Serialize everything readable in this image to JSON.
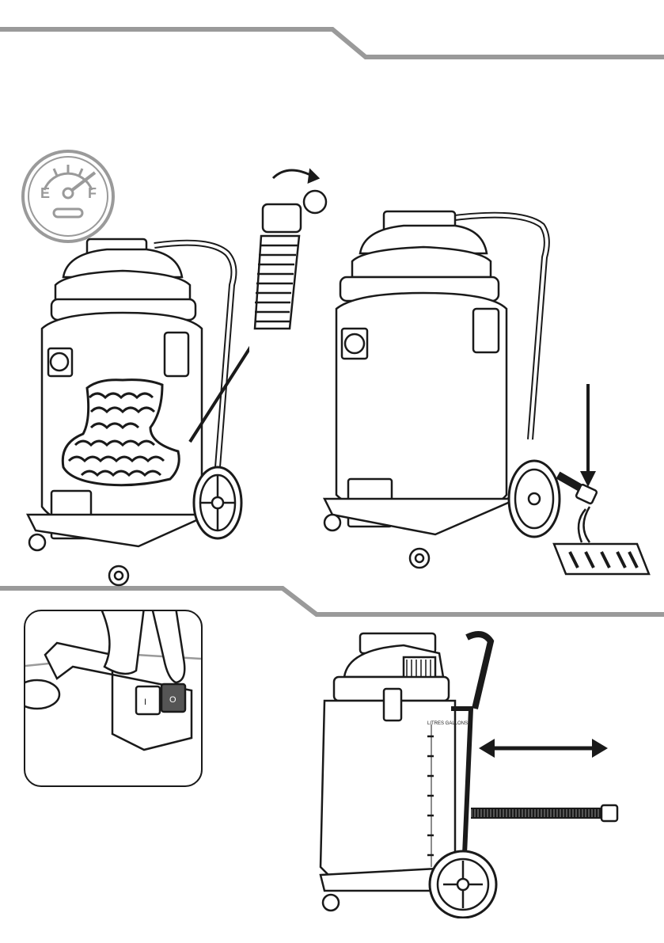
{
  "page": {
    "description_none": ""
  },
  "gauge": {
    "empty_label": "E",
    "full_label": "F",
    "icon": "fuel-gauge-icon"
  },
  "switch_panel": {
    "icon": "power-switch-icon",
    "left_mark": "I",
    "right_mark": "O"
  },
  "side_view": {
    "scale_label": "LITRES GALLONS"
  },
  "colors": {
    "ink": "#1a1a1a",
    "banner": "#9a9a9a",
    "panel_border": "#1a1a1a",
    "panel_bg": "#f0f0f0"
  }
}
